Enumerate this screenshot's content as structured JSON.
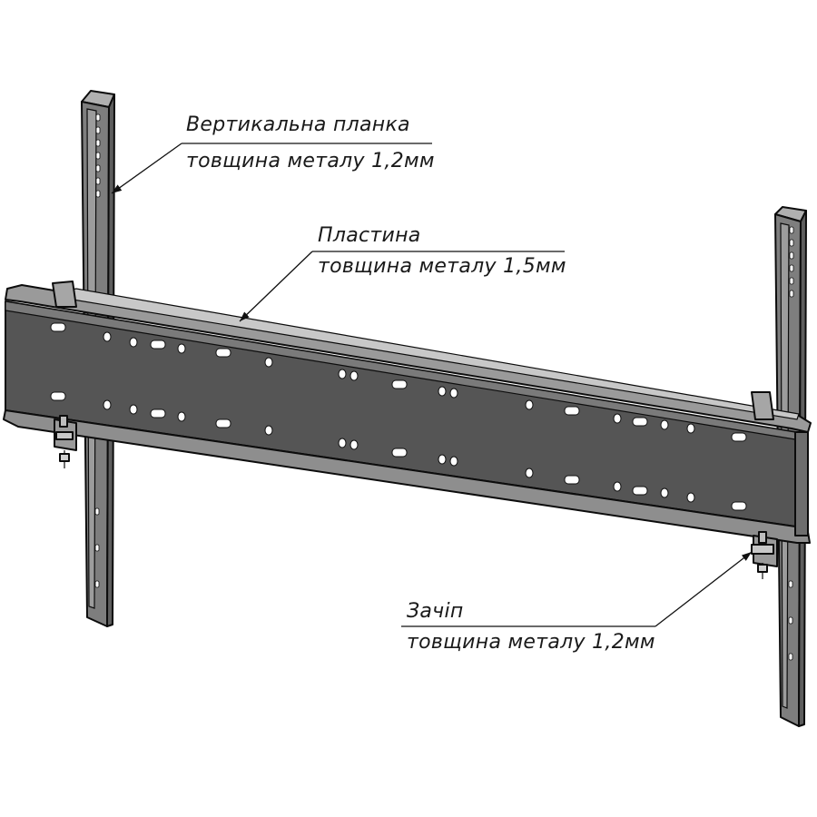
{
  "callouts": {
    "vertical_strip": {
      "name": "Вертикальна планка",
      "thickness": "товщина металу 1,2мм"
    },
    "plate": {
      "name": "Пластина",
      "thickness": "товщина металу 1,5мм"
    },
    "latch": {
      "name": "Зачіп",
      "thickness": "товщина металу 1,2мм"
    }
  },
  "colors": {
    "plate": "#505050",
    "plate_rim": "#8c8c8c",
    "strip": "#7a7a7a",
    "strip_light": "#a8a8a8",
    "hole": "#ffffff",
    "line": "#0c0c0c"
  }
}
